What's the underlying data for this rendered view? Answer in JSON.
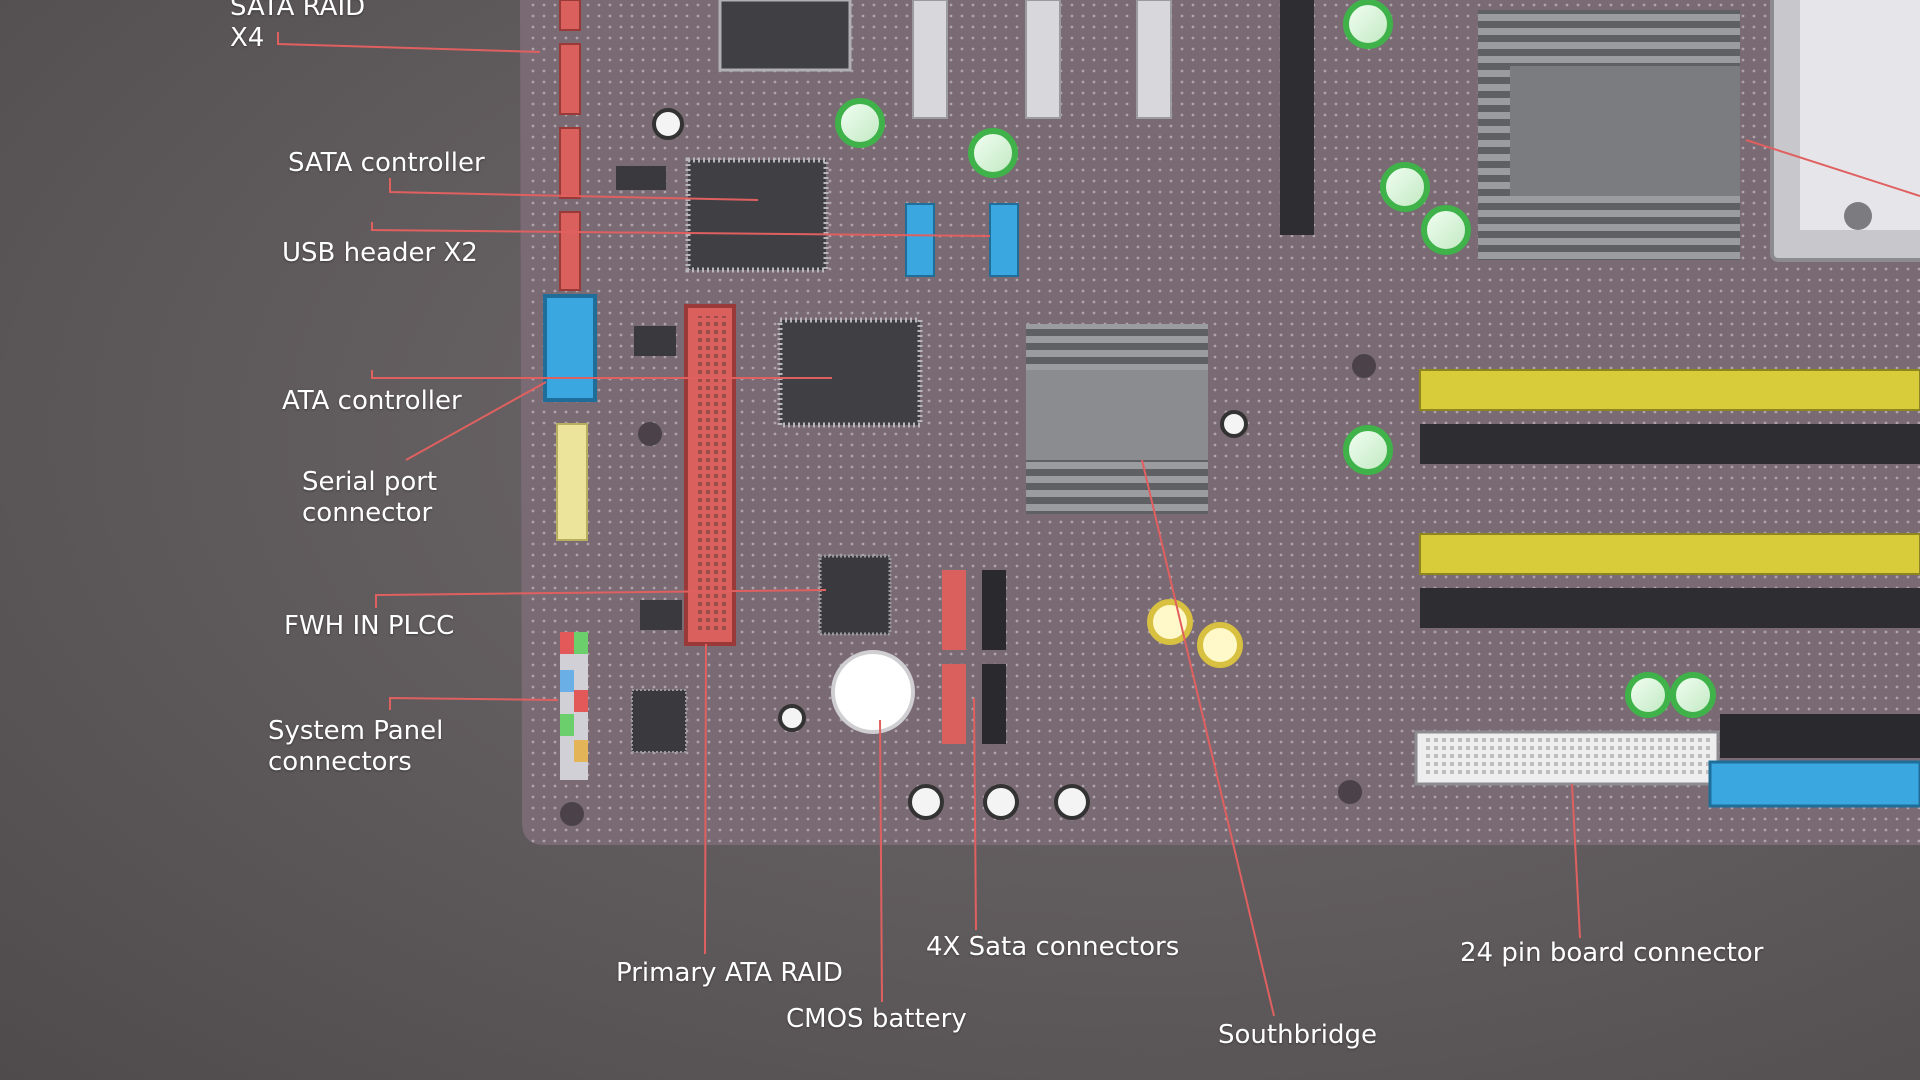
{
  "labels": {
    "sata_raid": [
      "SATA RAID",
      "X4"
    ],
    "sata_controller": "SATA controller",
    "usb_header": "USB header X2",
    "ata_controller": "ATA controller",
    "serial_port": [
      "Serial port",
      "connector"
    ],
    "fwh_plcc": "FWH IN PLCC",
    "system_panel": [
      "System Panel",
      "connectors"
    ],
    "primary_ata_raid": "Primary ATA RAID",
    "cmos_battery": "CMOS battery",
    "sata_connectors": "4X Sata connectors",
    "southbridge": "Southbridge",
    "board_connector": "24 pin board connector"
  },
  "colors": {
    "board": "#7a6a74",
    "leader_line": "#e06060",
    "sata_red": "#d9605c",
    "usb_blue": "#3aa7e0",
    "dimm_yellow": "#d8cc3a",
    "dimm_black": "#2e2e32",
    "capacitor_green": "#3fb24a",
    "chip_gray": "#4a4a4e",
    "heatsink_gray": "#8a8c90"
  }
}
